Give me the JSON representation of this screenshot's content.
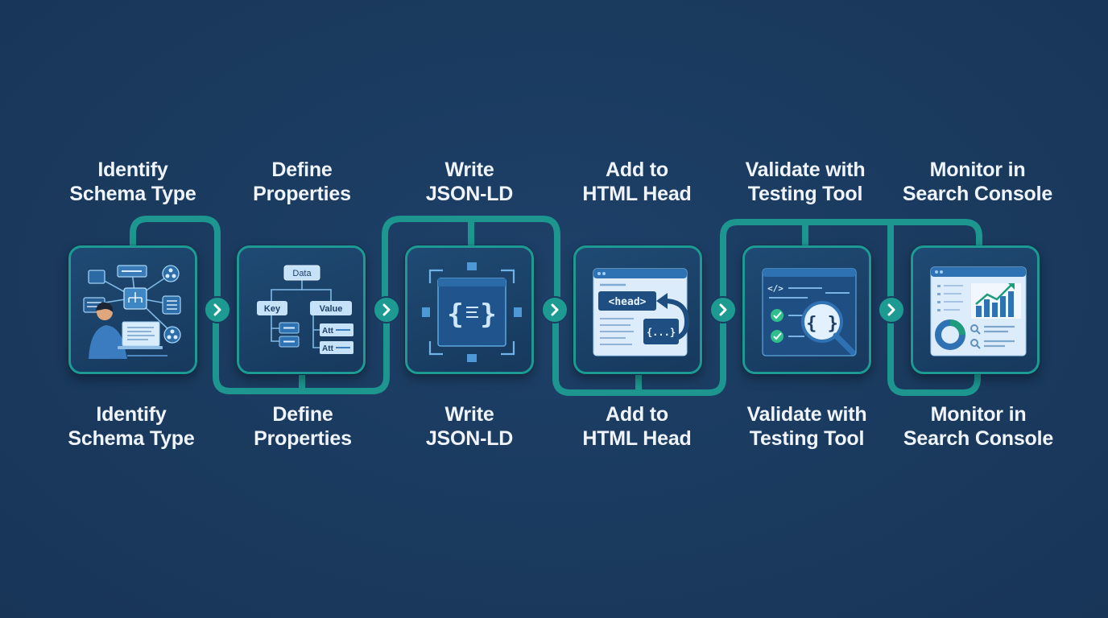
{
  "colors": {
    "background": "#1b3a5f",
    "accent": "#1d9b92",
    "card": "#1f4a73",
    "text": "#eef4fa"
  },
  "steps": [
    {
      "title_line1": "Identify",
      "title_line2": "Schema Type",
      "icon": "schema-diagram-person-icon"
    },
    {
      "title_line1": "Define",
      "title_line2": "Properties",
      "icon": "data-tree-icon",
      "icon_text": {
        "root": "Data",
        "left": "Key",
        "right": "Value",
        "attr1": "Att",
        "attr2": "Att"
      }
    },
    {
      "title_line1": "Write",
      "title_line2": "JSON-LD",
      "icon": "code-braces-frame-icon"
    },
    {
      "title_line1": "Add to",
      "title_line2": "HTML Head",
      "icon": "browser-head-icon",
      "icon_text": {
        "tag": "<head>",
        "snippet": "{...}"
      }
    },
    {
      "title_line1": "Validate with",
      "title_line2": "Testing Tool",
      "icon": "validate-magnifier-icon",
      "icon_text": {
        "code": "</>"
      }
    },
    {
      "title_line1": "Monitor in",
      "title_line2": "Search Console",
      "icon": "dashboard-chart-icon"
    }
  ]
}
